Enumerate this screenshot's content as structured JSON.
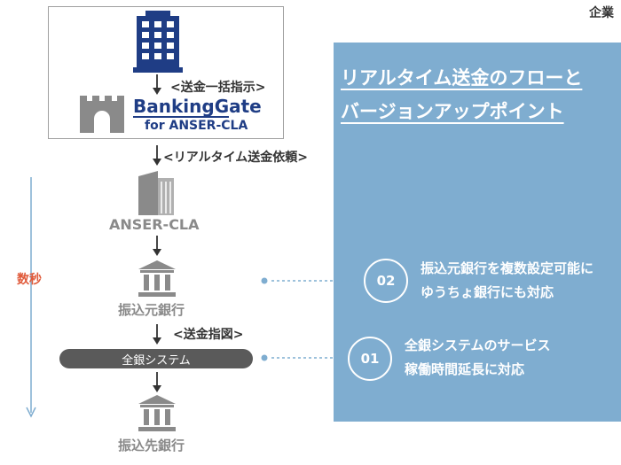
{
  "company": {
    "label": "企業"
  },
  "bankinggate": {
    "name": "BankingGate",
    "sub": "for ANSER-CLA"
  },
  "steps": {
    "bulk_instruction": "<送金一括指示>",
    "realtime_request": "<リアルタイム送金依頼>",
    "transfer_instruction": "<送金指図>"
  },
  "nodes": {
    "anser": "ANSER-CLA",
    "source_bank": "振込元銀行",
    "zengin": "全銀システム",
    "dest_bank": "振込先銀行"
  },
  "timeline": {
    "label": "数秒"
  },
  "panel": {
    "title_line1": "リアルタイム送金のフローと",
    "title_line2": "バージョンアップポイント",
    "points": [
      {
        "number": "02",
        "line1": "振込元銀行を複数設定可能に",
        "line2": "ゆうちょ銀行にも対応"
      },
      {
        "number": "01",
        "line1": "全銀システムのサービス",
        "line2": "稼働時間延長に対応"
      }
    ]
  },
  "colors": {
    "panel": "#7fadd0",
    "timeline": "#7fadd0",
    "accent_red": "#e05a3a",
    "brand_blue": "#1f3d85",
    "gray_icon": "#8a8a8a",
    "pill": "#5a5a5a"
  }
}
